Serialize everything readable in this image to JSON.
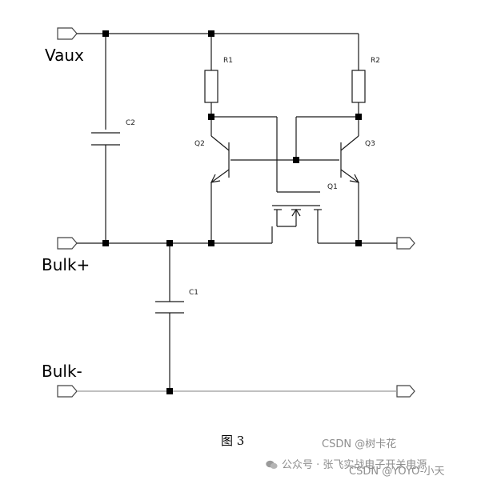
{
  "labels": {
    "vaux": "Vaux",
    "bulk_plus": "Bulk+",
    "bulk_minus": "Bulk-"
  },
  "refs": {
    "r1": "R1",
    "r2": "R2",
    "c1": "C1",
    "c2": "C2",
    "q1": "Q1",
    "q2": "Q2",
    "q3": "Q3"
  },
  "caption": "图 3",
  "watermarks": {
    "csdn_author": "CSDN @树卡花",
    "wechat": "公众号 · 张飞实战电子开关电源",
    "csdn_repost": "CSDN @YOYO-小天"
  },
  "colors": {
    "wire": "#1a1a1a",
    "watermark": "#8e8e8e"
  },
  "icons": [
    "wechat-icon"
  ]
}
